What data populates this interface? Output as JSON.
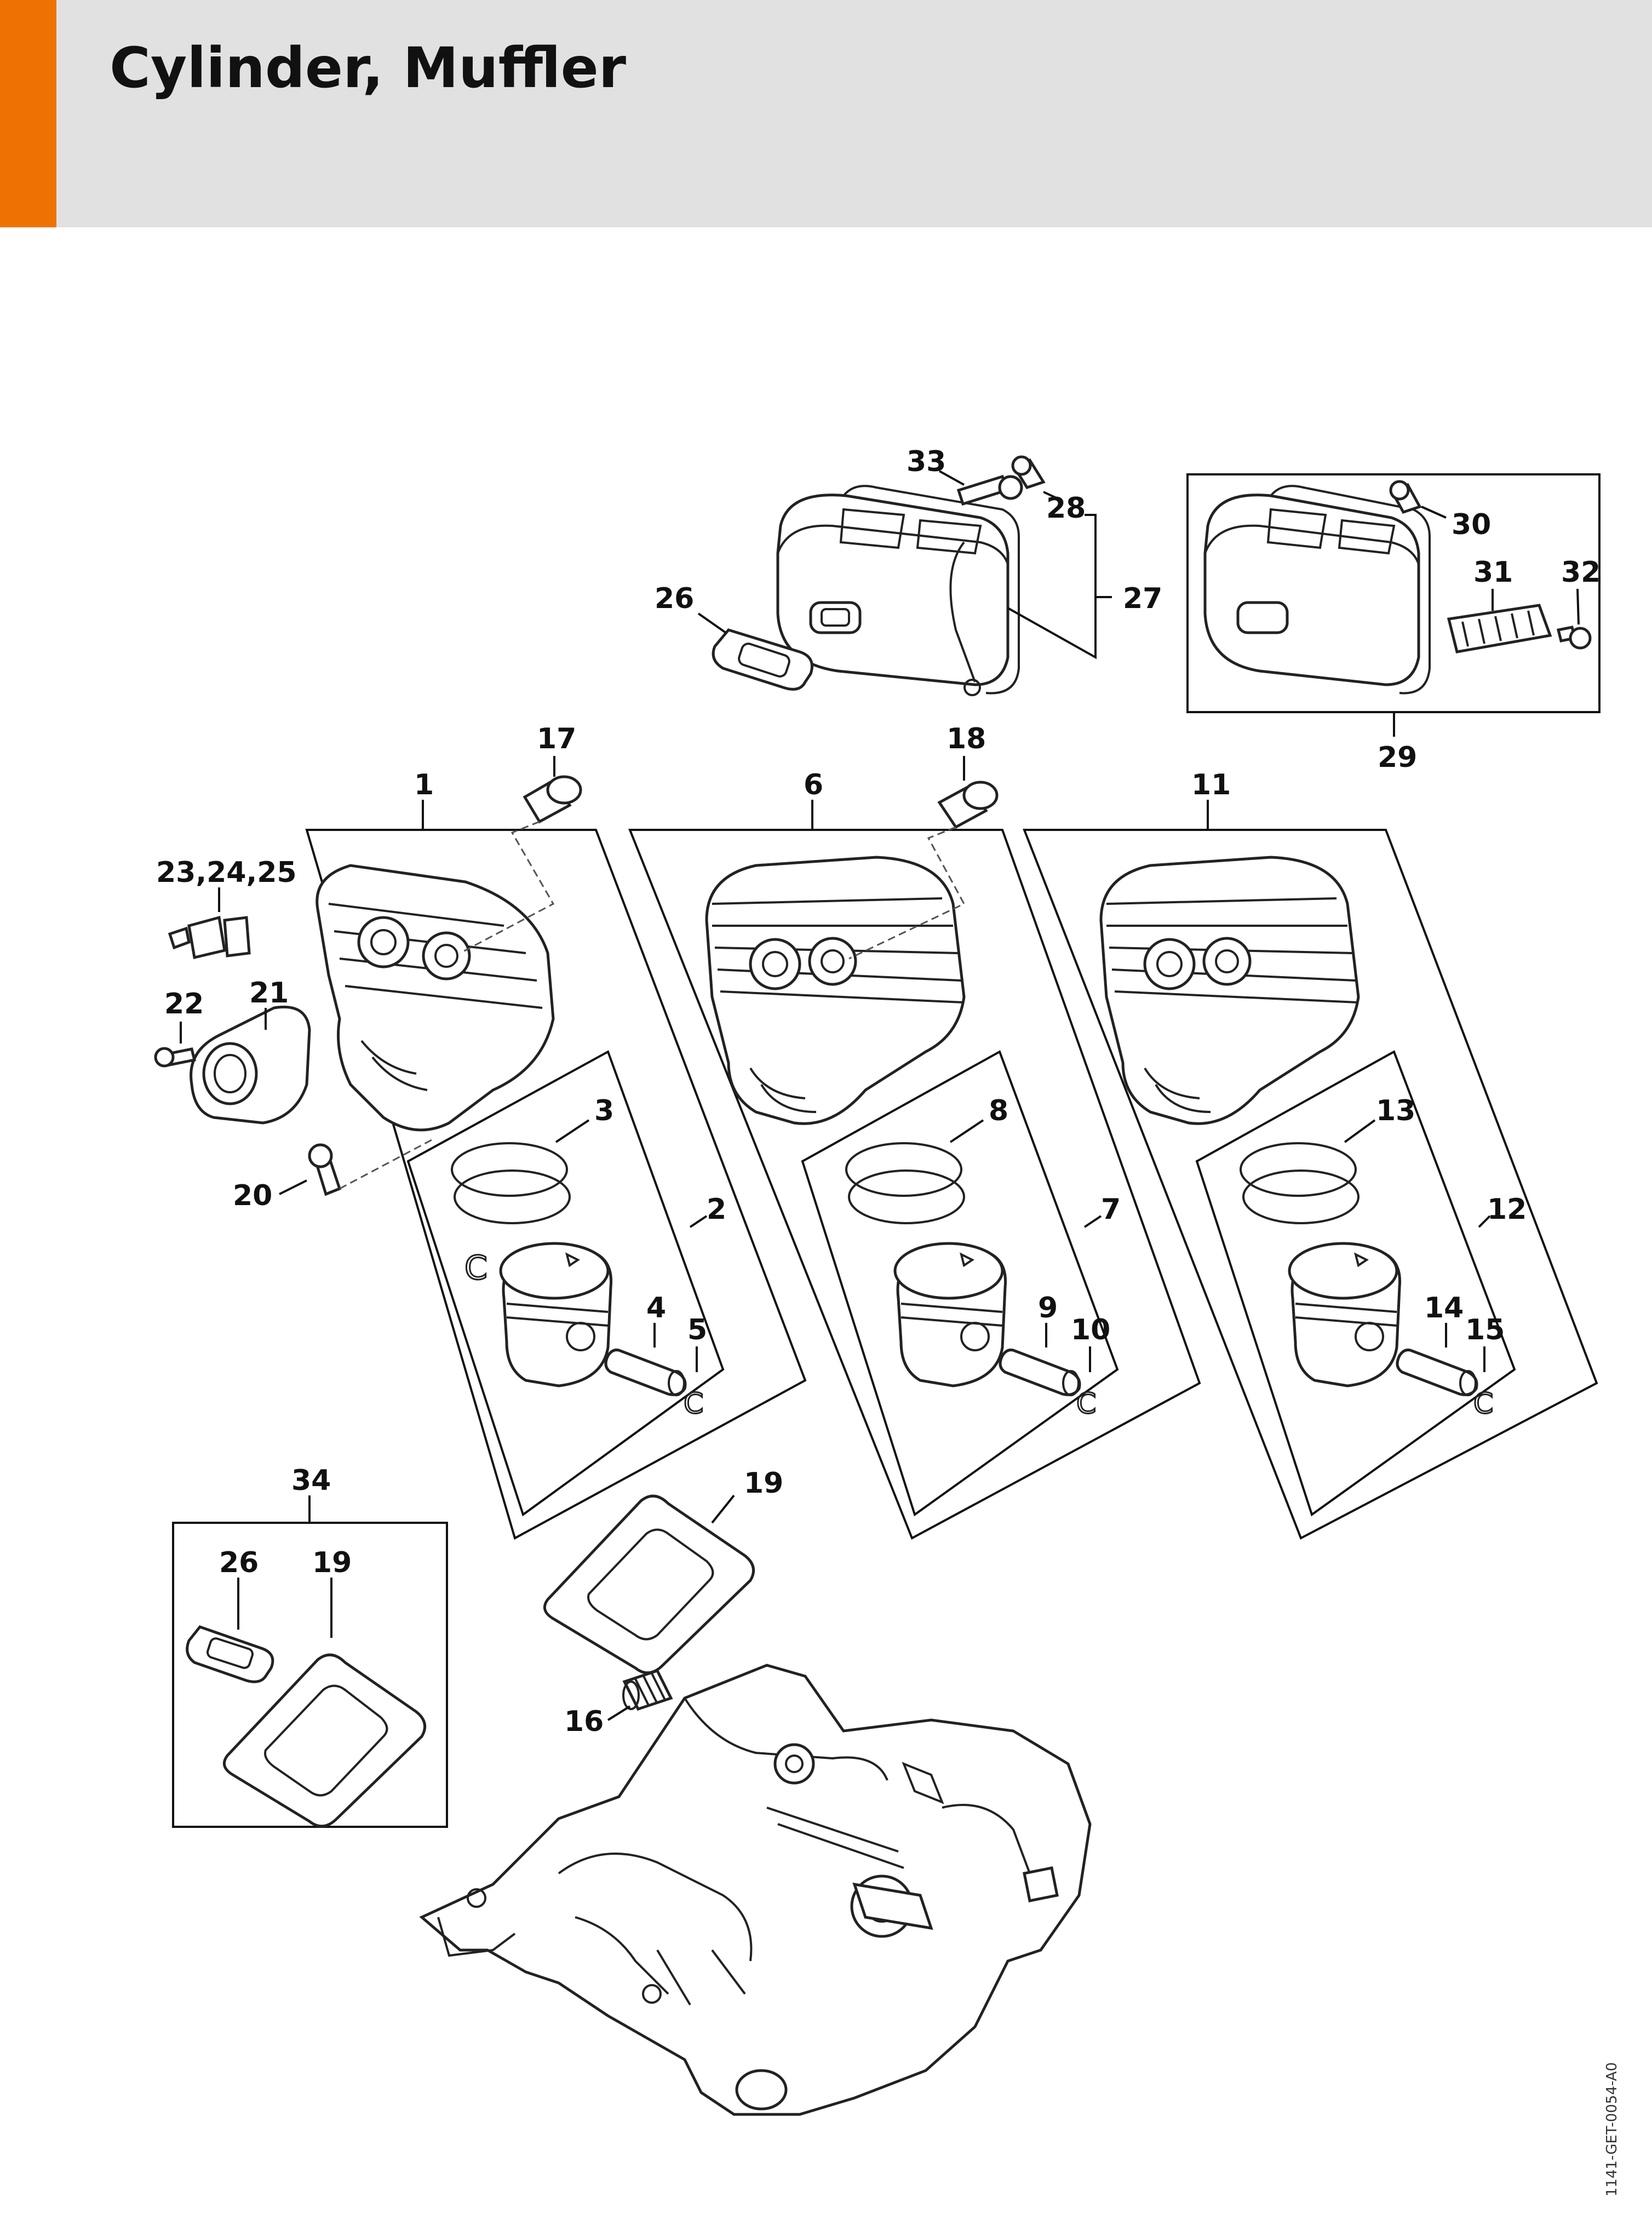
{
  "header": {
    "title": "Cylinder, Muffler",
    "accent_color": "#ee7203",
    "background_color": "#e1e1e1"
  },
  "callouts": {
    "c1": "1",
    "c2": "2",
    "c3": "3",
    "c4": "4",
    "c5": "5",
    "c6": "6",
    "c7": "7",
    "c8": "8",
    "c9": "9",
    "c10": "10",
    "c11": "11",
    "c12": "12",
    "c13": "13",
    "c14": "14",
    "c15": "15",
    "c16": "16",
    "c17": "17",
    "c18": "18",
    "c19a": "19",
    "c19b": "19",
    "c20": "20",
    "c21": "21",
    "c22": "22",
    "c23_25": "23,24,25",
    "c26a": "26",
    "c26b": "26",
    "c27": "27",
    "c28": "28",
    "c29": "29",
    "c30": "30",
    "c31": "31",
    "c32": "32",
    "c33": "33",
    "c34": "34"
  },
  "document_id": "1141-GET-0054-A0"
}
